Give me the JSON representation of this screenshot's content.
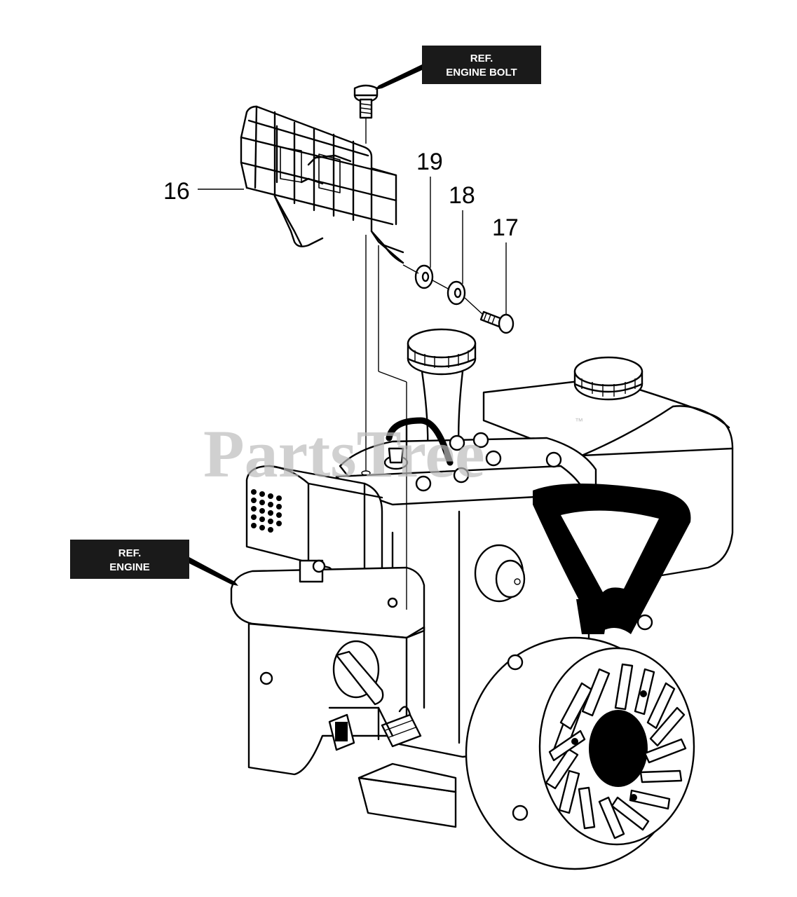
{
  "callouts": {
    "part_16": "16",
    "part_17": "17",
    "part_18": "18",
    "part_19": "19"
  },
  "ref_labels": {
    "engine_bolt_line1": "REF.",
    "engine_bolt_line2": "ENGINE BOLT",
    "engine_line1": "REF.",
    "engine_line2": "ENGINE"
  },
  "watermark": {
    "text": "PartsTree",
    "trademark": "™"
  }
}
